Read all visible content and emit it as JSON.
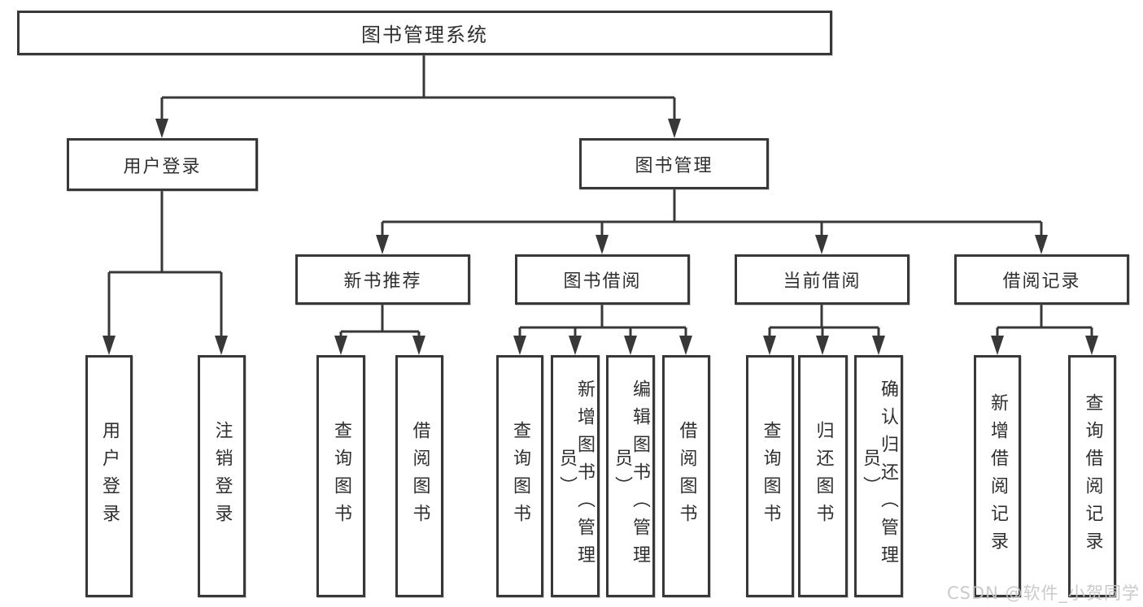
{
  "diagram": {
    "type": "hierarchy-flowchart",
    "watermark": "CSDN @软件_小贺同学",
    "colors": {
      "background": "#ffffff",
      "box_border": "#383838",
      "connector_line": "#383838",
      "text": "#2f2f2f",
      "watermark_text": "#c6c6c6"
    }
  },
  "tree": {
    "label": "图书管理系统",
    "children": [
      {
        "label": "用户登录",
        "children": [
          {
            "label": "用户登录"
          },
          {
            "label": "注销登录"
          }
        ]
      },
      {
        "label": "图书管理",
        "children": [
          {
            "label": "新书推荐",
            "children": [
              {
                "label": "查询图书"
              },
              {
                "label": "借阅图书"
              }
            ]
          },
          {
            "label": "图书借阅",
            "children": [
              {
                "label": "查询图书"
              },
              {
                "label": "新增图书（管理员）"
              },
              {
                "label": "编辑图书（管理员）"
              },
              {
                "label": "借阅图书"
              }
            ]
          },
          {
            "label": "当前借阅",
            "children": [
              {
                "label": "查询图书"
              },
              {
                "label": "归还图书"
              },
              {
                "label": "确认归还（管理员）"
              }
            ]
          },
          {
            "label": "借阅记录",
            "children": [
              {
                "label": "新增借阅记录"
              },
              {
                "label": "查询借阅记录"
              }
            ]
          }
        ]
      }
    ]
  }
}
